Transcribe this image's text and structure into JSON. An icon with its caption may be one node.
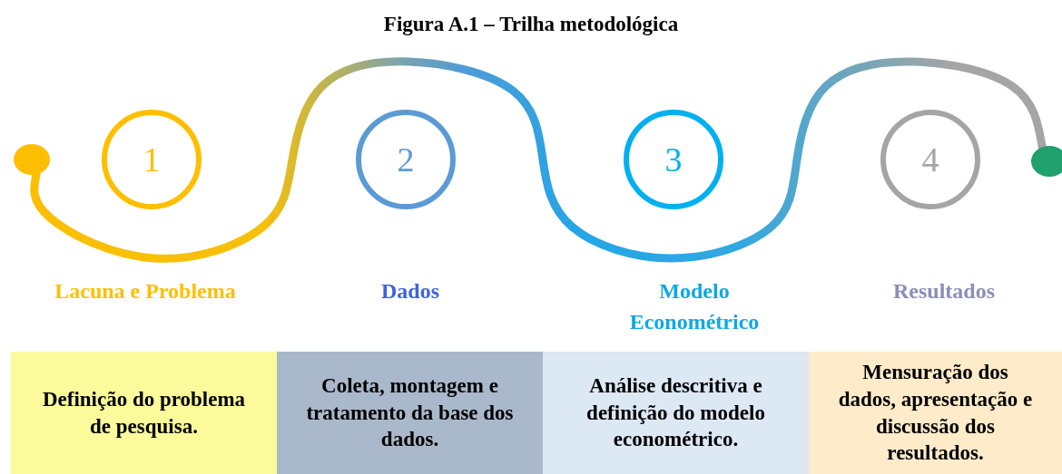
{
  "diagram": {
    "title": "Figura A.1 – Trilha metodológica",
    "nodes": [
      {
        "text": [],
        "shape": "circle"
      },
      {
        "text": [
          "1"
        ]
      },
      {
        "text": [
          "2"
        ]
      },
      {
        "text": [
          "3"
        ]
      },
      {
        "text": [
          "4"
        ]
      },
      {
        "text": [],
        "shape": "circle"
      },
      {
        "text": [
          "Definição do problema de pesquisa."
        ]
      },
      {
        "text": [
          "Coleta, montagem e tratamento da base dos dados."
        ]
      },
      {
        "text": [
          "Análise descritiva e definição do modelo econométrico."
        ]
      },
      {
        "text": [
          "Mensuração dos dados, apresentação e discussão dos resultados."
        ]
      }
    ],
    "edges": [
      {
        "from": 0,
        "to": 5,
        "arrow": "none"
      }
    ],
    "labels": [
      "Lacuna e Problema",
      "Dados",
      "Modelo Econométrico",
      "Resultados"
    ]
  }
}
